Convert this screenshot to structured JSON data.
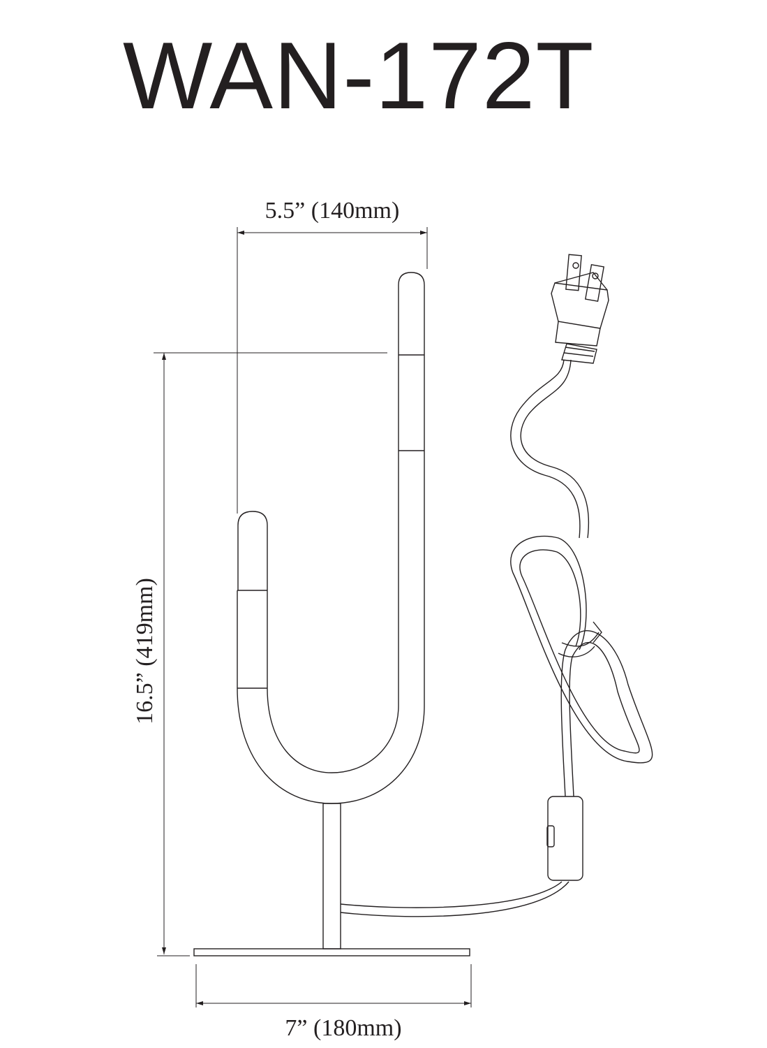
{
  "title": "WAN-172T",
  "dimensions": {
    "width_top": "5.5” (140mm)",
    "height": "16.5” (419mm)",
    "base_width": "7” (180mm)"
  }
}
